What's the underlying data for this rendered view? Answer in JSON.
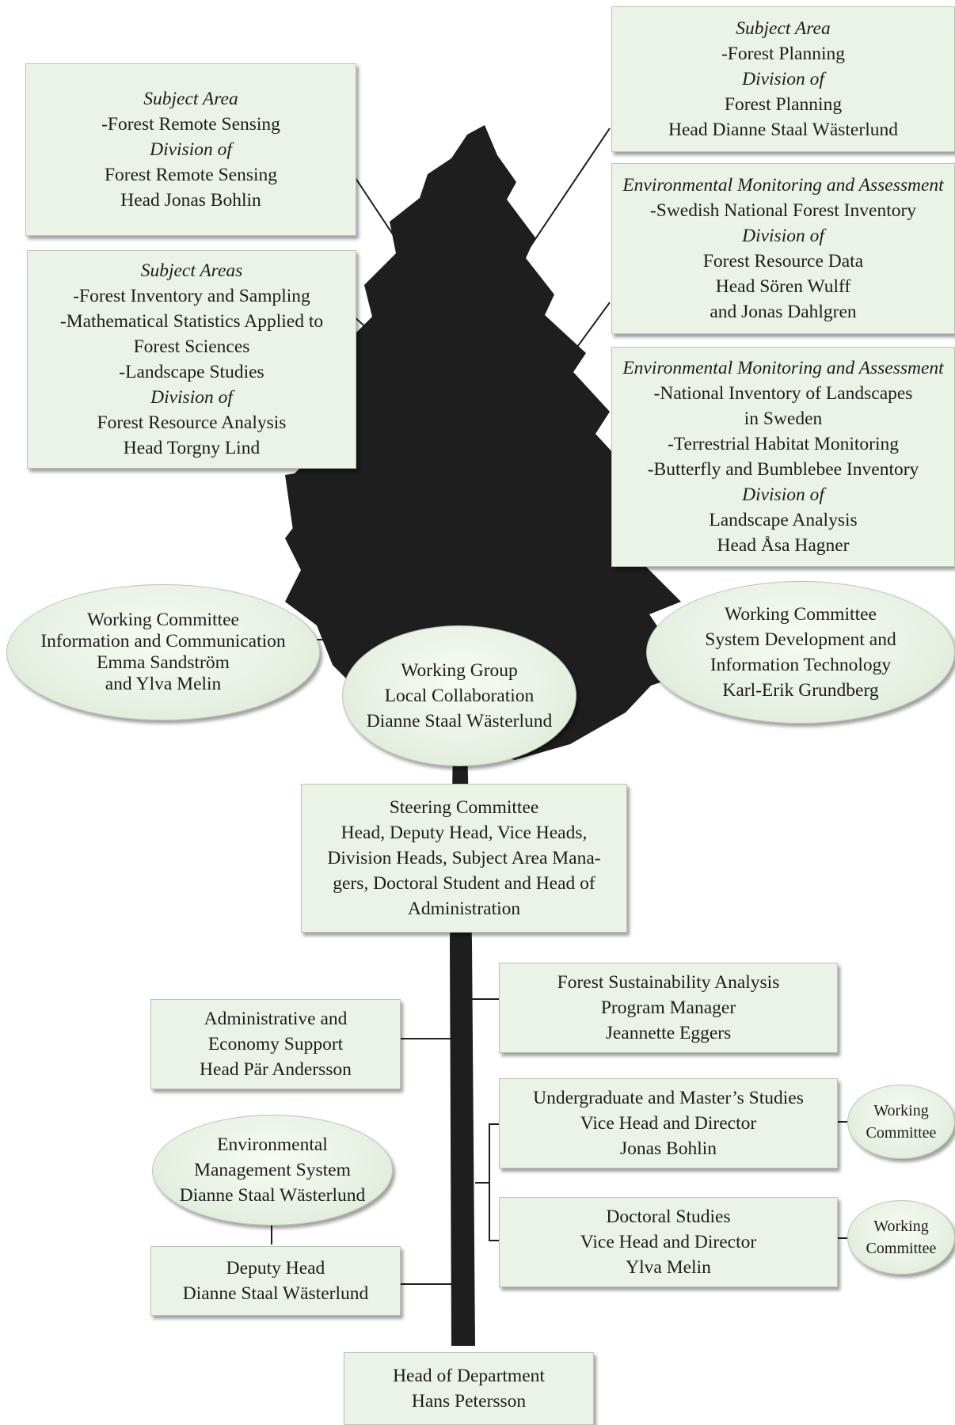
{
  "boxes": {
    "remote_sensing": {
      "lines": [
        "Subject Area",
        "-Forest Remote Sensing",
        "Division of",
        "Forest Remote Sensing",
        "Head Jonas Bohlin"
      ]
    },
    "resource_analysis": {
      "lines": [
        "Subject Areas",
        "-Forest Inventory and Sampling",
        "-Mathematical Statistics Applied to",
        "Forest Sciences",
        "-Landscape Studies",
        "Division of",
        "Forest Resource Analysis",
        "Head Torgny Lind"
      ]
    },
    "forest_planning": {
      "lines": [
        "Subject Area",
        "-Forest Planning",
        "Division of",
        "Forest Planning",
        "Head Dianne Staal Wästerlund"
      ]
    },
    "resource_data": {
      "lines": [
        "Environmental Monitoring and Assessment",
        "-Swedish National Forest Inventory",
        "Division of",
        "Forest Resource Data",
        "Head Sören Wulff",
        "and Jonas Dahlgren"
      ]
    },
    "landscape_analysis": {
      "lines": [
        "Environmental Monitoring and Assessment",
        "-National Inventory of Landscapes",
        "in Sweden",
        "-Terrestrial Habitat Monitoring",
        "-Butterfly and Bumblebee Inventory",
        "Division of",
        "Landscape Analysis",
        "Head Åsa Hagner"
      ]
    },
    "steering_committee": {
      "lines": [
        "Steering Committee",
        "Head, Deputy Head, Vice Heads,",
        "Division Heads, Subject Area Mana-",
        "gers, Doctoral Student and Head of",
        "Administration"
      ]
    },
    "sustainability": {
      "lines": [
        "Forest Sustainability Analysis",
        "Program Manager",
        "Jeannette Eggers"
      ]
    },
    "admin_support": {
      "lines": [
        "Administrative and",
        "Economy Support",
        "Head Pär Andersson"
      ]
    },
    "undergrad": {
      "lines": [
        "Undergraduate and Master’s Studies",
        "Vice Head and Director",
        "Jonas Bohlin"
      ]
    },
    "doctoral": {
      "lines": [
        "Doctoral Studies",
        "Vice Head and Director",
        "Ylva Melin"
      ]
    },
    "deputy_head": {
      "lines": [
        "Deputy Head",
        "Dianne Staal Wästerlund"
      ]
    },
    "head_of_department": {
      "lines": [
        "Head of Department",
        "Hans Petersson"
      ]
    }
  },
  "ovals": {
    "info_comm": {
      "lines": [
        "Working Committee",
        "Information and Communication",
        "Emma Sandström",
        "and Ylva Melin"
      ]
    },
    "local_collab": {
      "lines": [
        "Working Group",
        "Local Collaboration",
        "Dianne Staal Wästerlund"
      ]
    },
    "sysdev": {
      "lines": [
        "Working Committee",
        "System Development and",
        "Information Technology",
        "Karl-Erik Grundberg"
      ]
    },
    "env_mgmt": {
      "lines": [
        "Environmental",
        "Management System",
        "Dianne Staal Wästerlund"
      ]
    },
    "wc_undergrad": {
      "lines": [
        "Working",
        "Committee"
      ]
    },
    "wc_doctoral": {
      "lines": [
        "Working",
        "Committee"
      ]
    }
  },
  "colors": {
    "box_fill": "#eaf3e6",
    "tree": "#1e1e1e",
    "connector": "#1e1e1e"
  }
}
